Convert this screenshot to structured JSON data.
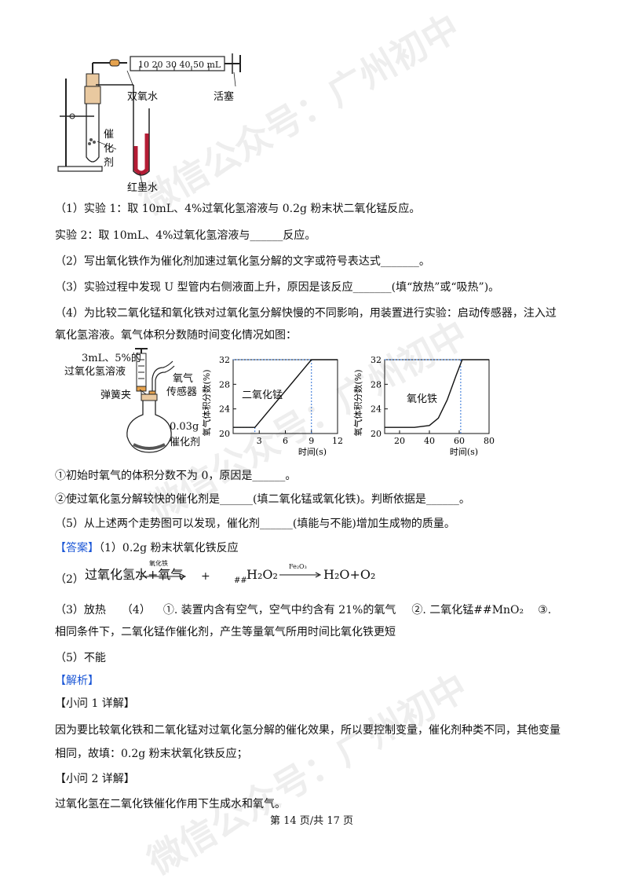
{
  "watermark": "微信公众号：广州初中",
  "apparatus1": {
    "syringe_scale": "10 20 30 40 50 mL",
    "label_h2o2": "双氧水",
    "label_piston": "活塞",
    "label_catalyst": [
      "催",
      "化",
      "剂"
    ],
    "label_red_ink": "红墨水"
  },
  "q1": {
    "exp1": "（1）实验 1：取 10mL、4%过氧化氢溶液与 0.2g 粉末状二氧化锰反应。",
    "exp2": "实验 2：取 10mL、4%过氧化氢溶液与______反应。"
  },
  "q2": "（2）写出氧化铁作为催化剂加速过氧化氢分解的文字或符号表达式_______。",
  "q3": "（3）实验过程中发现 U 型管内右侧液面上升，原因是该反应_______(填“放热”或“吸热”)。",
  "q4": {
    "line1": "（4）为比较二氧化锰和氧化铁对过氧化氢分解快慢的不同影响，用装置进行实验：启动传感器，注入过",
    "line2": "氧化氢溶液。氧气体积分数随时间变化情况如图：",
    "sub1": "①初始时氧气的体积分数不为 0，原因是______。",
    "sub2": "②使过氧化氢分解较快的催化剂是______(填二氧化锰或氧化铁)。判断依据是______。"
  },
  "apparatus2": {
    "label_solution_1": "3mL、5%的",
    "label_solution_2": "过氧化氢溶液",
    "label_sensor_1": "氧气",
    "label_sensor_2": "传感器",
    "label_clip": "弹簧夹",
    "label_cat_mass": "0.03g",
    "label_cat": "催化剂"
  },
  "chart_data": [
    {
      "type": "line",
      "ylabel": "氧气体积分数(%)",
      "xlabel": "时间(s)",
      "xlim": [
        0,
        12
      ],
      "ylim": [
        20,
        32
      ],
      "xticks": [
        "3",
        "6",
        "9",
        "12"
      ],
      "yticks": [
        "20",
        "24",
        "28",
        "32"
      ],
      "series": [
        {
          "name": "二氧化锰",
          "x": [
            0,
            2.5,
            9,
            12
          ],
          "y": [
            21,
            21,
            32,
            32
          ]
        }
      ],
      "dashed_markers": [
        {
          "x": 2.5,
          "y": 21
        },
        {
          "x": 9,
          "y": 32
        }
      ]
    },
    {
      "type": "line",
      "ylabel": "氧气体积分数(%)",
      "xlabel": "时间(s)",
      "xlim": [
        10,
        80
      ],
      "ylim": [
        20,
        32
      ],
      "xticks": [
        "20",
        "40",
        "60",
        "80"
      ],
      "yticks": [
        "20",
        "24",
        "28",
        "32"
      ],
      "series": [
        {
          "name": "氧化铁",
          "x": [
            10,
            30,
            40,
            46,
            52,
            58,
            62,
            80
          ],
          "y": [
            21,
            21,
            21.3,
            22.5,
            25.5,
            29.5,
            32,
            32
          ]
        }
      ],
      "dashed_markers": [
        {
          "x": 61,
          "y": 32
        }
      ]
    }
  ],
  "q5": "（5）从上述两个走势图可以发现，催化剂______(填能与不能)增加生成物的质量。",
  "answer": {
    "tag": "【答案】",
    "a1": "（1）0.2g 粉末状氧化铁反应",
    "a2_prefix": "（2）",
    "a2_word": "过氧化氢",
    "a2_cond": "氧化铁",
    "a2_products": "水+氧气",
    "a2_plus": "+",
    "a2_hash": "##",
    "a2_formula_lhs": "H₂O₂",
    "a2_formula_cond": "Fe₂O₃",
    "a2_formula_rhs": "H₂O+O₂",
    "a3": "（3）放热",
    "a4_prefix": "（4）",
    "a4_1_num": "①.",
    "a4_1": "装置内含有空气，空气中约含有 21%的氧气",
    "a4_2_num": "②.",
    "a4_2": "二氧化锰##MnO₂",
    "a4_3_num": "③.",
    "a4_3": "相同条件下，二氧化锰作催化剂，产生等量氧气所用时间比氧化铁更短",
    "a5": "（5）不能"
  },
  "analysis": {
    "tag": "【解析】",
    "h1": "【小问 1 详解】",
    "p1_line1": "因为要比较氧化铁和二氧化锰对过氧化氢分解的催化效果，所以要控制变量，催化剂种类不同，其他变量",
    "p1_line2": "相同，故填：0.2g 粉末状氧化铁反应；",
    "h2": "【小问 2 详解】",
    "p2": "过氧化氢在二氧化铁催化作用下生成水和氧气。"
  },
  "footer": "第 14 页/共 17 页"
}
